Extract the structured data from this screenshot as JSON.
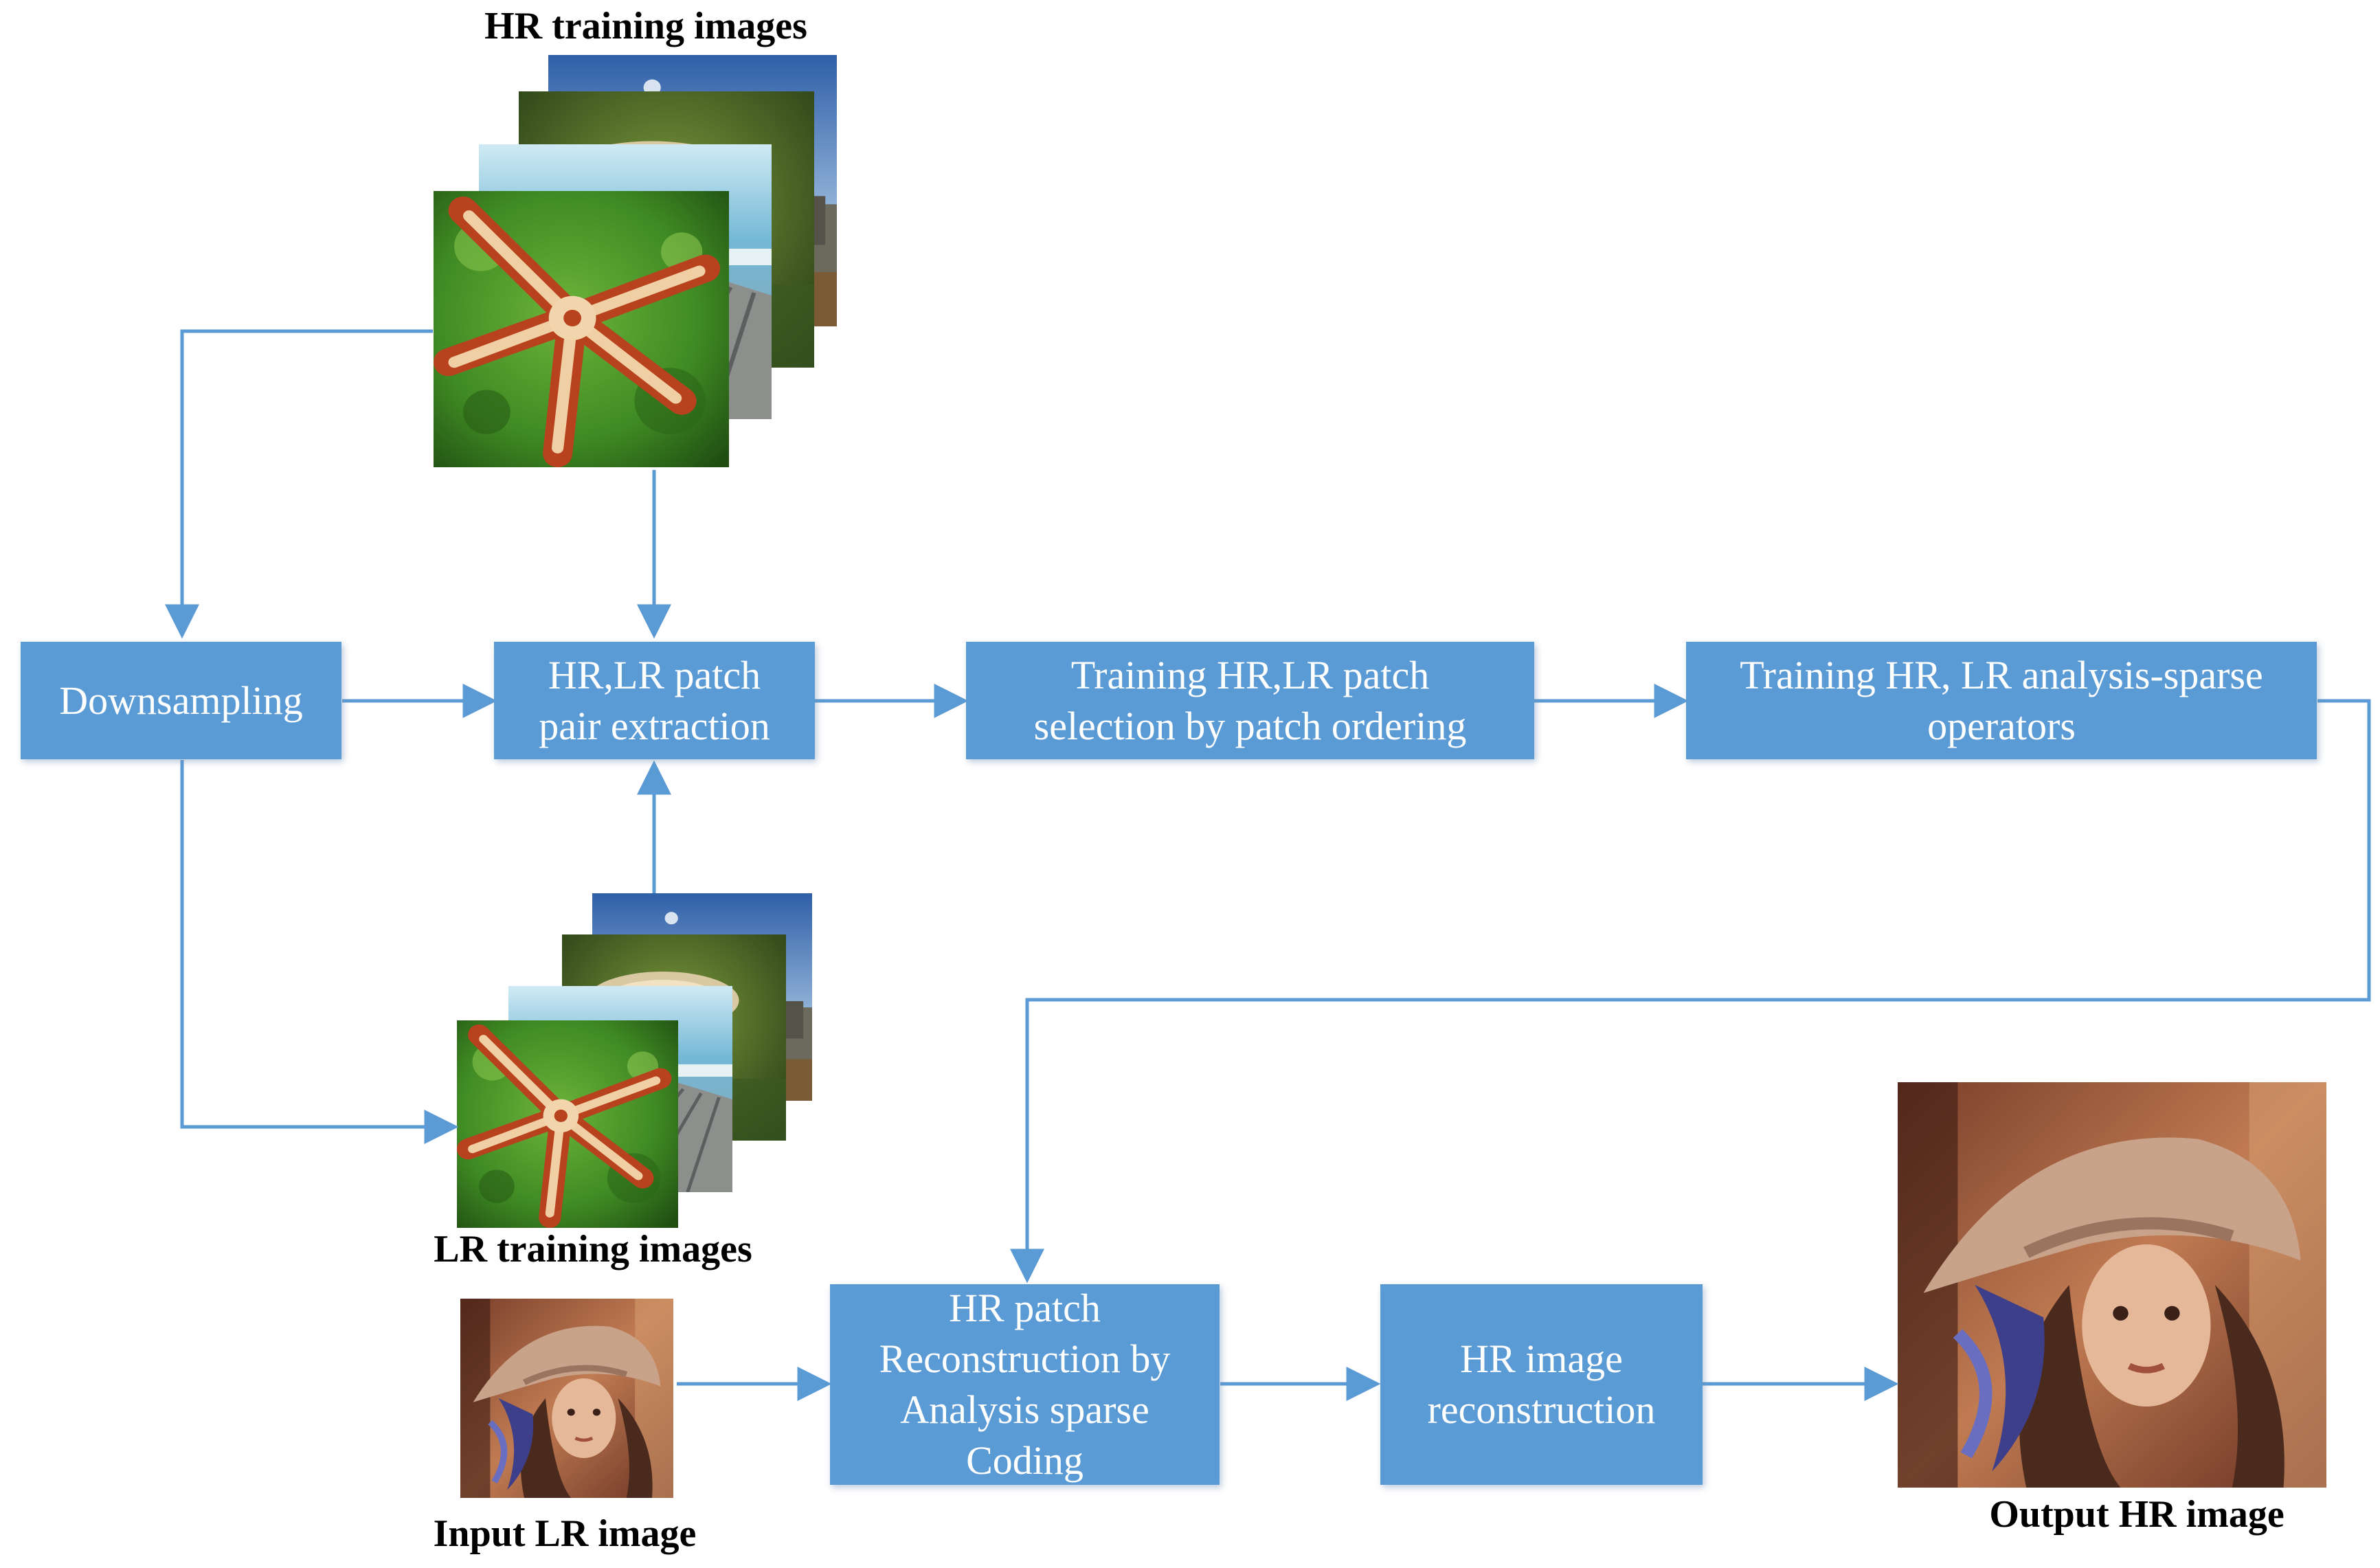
{
  "labels": {
    "hr_training": "HR training images",
    "lr_training": "LR training images",
    "input_lr": "Input LR image",
    "output_hr": "Output HR image"
  },
  "boxes": {
    "downsampling": [
      "Downsampling"
    ],
    "extraction": [
      "HR,LR patch",
      "pair extraction"
    ],
    "selection": [
      "Training HR,LR patch",
      "selection by patch ordering"
    ],
    "operators": [
      "Training HR, LR analysis-sparse",
      "operators"
    ],
    "patch_reconstruction": [
      "HR patch",
      "Reconstruction by",
      "Analysis sparse",
      "Coding"
    ],
    "image_reconstruction": [
      "HR image",
      "reconstruction"
    ]
  },
  "colors": {
    "box_fill": "#5b9bd5",
    "box_text": "#ffffff",
    "connector": "#5b9bd5",
    "caption_text": "#000000"
  }
}
